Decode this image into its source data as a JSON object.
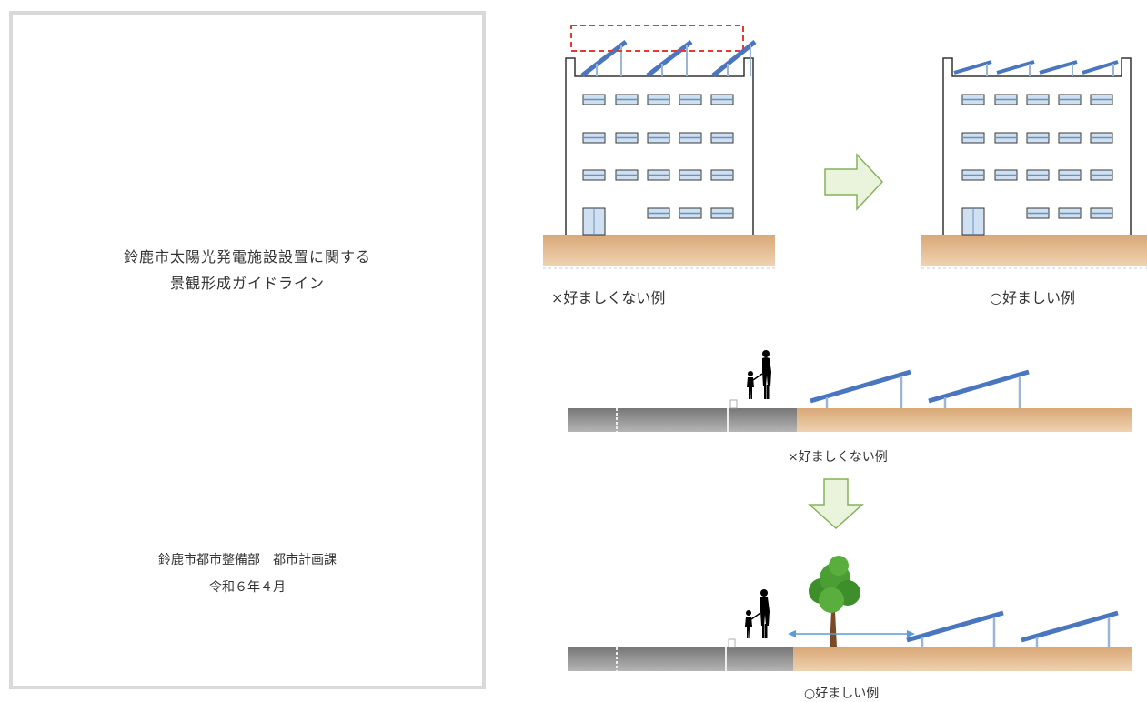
{
  "cover": {
    "title_line1": "鈴鹿市太陽光発電施設設置に関する",
    "title_line2": "景観形成ガイドライン",
    "org_line1": "鈴鹿市都市整備部　都市計画課",
    "org_line2": "令和６年４月"
  },
  "examples": {
    "rooftop_bad": "×好ましくない例",
    "rooftop_good": "○好ましい例",
    "ground_bad": "×好ましくない例",
    "ground_good": "○好ましい例"
  },
  "colors": {
    "panel": "#4a76c0",
    "ground": "#e3b98a",
    "road": "#8a8a8a",
    "arrow_fill": "#eaf4dc",
    "arrow_stroke": "#86b25a",
    "highlight": "#e53935",
    "tree": "#3e8e2b"
  },
  "icons": [
    "right-arrow-icon",
    "down-arrow-icon",
    "person-silhouette-icon",
    "tree-icon",
    "double-arrow-icon"
  ]
}
